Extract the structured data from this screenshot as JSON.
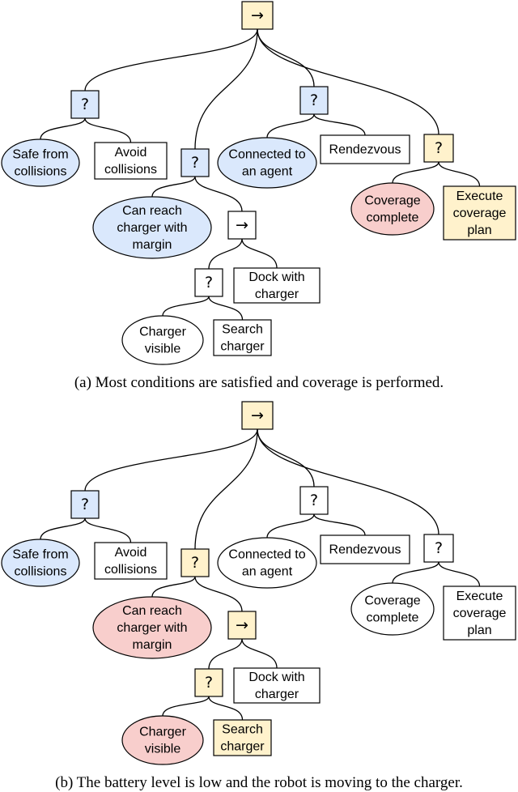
{
  "colors": {
    "blue": "#dae8fc",
    "red": "#f8cecc",
    "yellow": "#fff2cc",
    "white": "#ffffff"
  },
  "panels": [
    {
      "id": "a",
      "caption": "(a) Most conditions are satisfied and coverage is performed.",
      "nodes": {
        "root": {
          "label": "→",
          "color": "yellow"
        },
        "fb_safe": {
          "label": "?",
          "color": "blue"
        },
        "safe": {
          "label": "Safe from|collisions",
          "color": "blue"
        },
        "avoid": {
          "label": "Avoid|collisions",
          "color": "white"
        },
        "fb_charge": {
          "label": "?",
          "color": "blue"
        },
        "canreach": {
          "label": "Can reach|charger with|margin",
          "color": "blue"
        },
        "seq_dock": {
          "label": "→",
          "color": "white"
        },
        "fb_vis": {
          "label": "?",
          "color": "white"
        },
        "dock": {
          "label": "Dock with|charger",
          "color": "white"
        },
        "visible": {
          "label": "Charger|visible",
          "color": "white"
        },
        "search": {
          "label": "Search|charger",
          "color": "white"
        },
        "fb_conn": {
          "label": "?",
          "color": "blue"
        },
        "connected": {
          "label": "Connected to|an agent",
          "color": "blue"
        },
        "rendezvous": {
          "label": "Rendezvous",
          "color": "white"
        },
        "fb_cov": {
          "label": "?",
          "color": "yellow"
        },
        "covcomplete": {
          "label": "Coverage|complete",
          "color": "red"
        },
        "execute": {
          "label": "Execute|coverage|plan",
          "color": "yellow"
        }
      }
    },
    {
      "id": "b",
      "caption": "(b) The battery level is low and the robot is moving to the charger.",
      "nodes": {
        "root": {
          "label": "→",
          "color": "yellow"
        },
        "fb_safe": {
          "label": "?",
          "color": "blue"
        },
        "safe": {
          "label": "Safe from|collisions",
          "color": "blue"
        },
        "avoid": {
          "label": "Avoid|collisions",
          "color": "white"
        },
        "fb_charge": {
          "label": "?",
          "color": "yellow"
        },
        "canreach": {
          "label": "Can reach|charger with|margin",
          "color": "red"
        },
        "seq_dock": {
          "label": "→",
          "color": "yellow"
        },
        "fb_vis": {
          "label": "?",
          "color": "yellow"
        },
        "dock": {
          "label": "Dock with|charger",
          "color": "white"
        },
        "visible": {
          "label": "Charger|visible",
          "color": "red"
        },
        "search": {
          "label": "Search|charger",
          "color": "yellow"
        },
        "fb_conn": {
          "label": "?",
          "color": "white"
        },
        "connected": {
          "label": "Connected to|an agent",
          "color": "white"
        },
        "rendezvous": {
          "label": "Rendezvous",
          "color": "white"
        },
        "fb_cov": {
          "label": "?",
          "color": "white"
        },
        "covcomplete": {
          "label": "Coverage|complete",
          "color": "white"
        },
        "execute": {
          "label": "Execute|coverage|plan",
          "color": "white"
        }
      }
    }
  ]
}
